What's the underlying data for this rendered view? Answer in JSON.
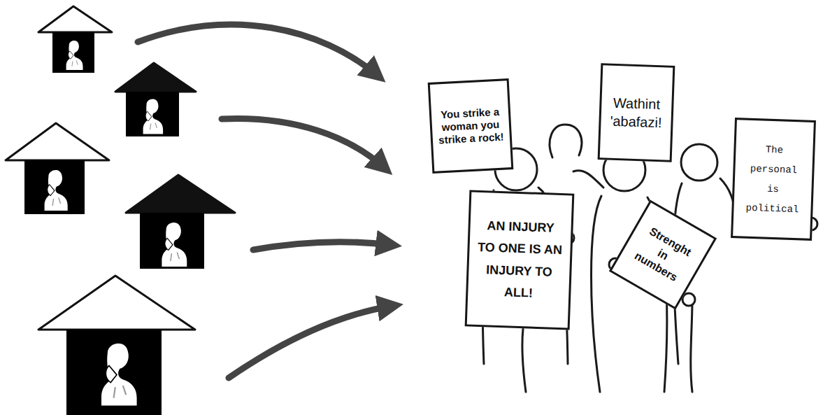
{
  "diagram": {
    "nodes": [
      {
        "text": [
          "You strike a woman you strike a rock!"
        ]
      },
      {
        "text": [
          "Wathint 'abafazi!"
        ]
      },
      {
        "text": [
          "The personal is political"
        ]
      },
      {
        "text": [
          "AN INJURY TO ONE IS AN INJURY TO ALL!"
        ]
      },
      {
        "text": [
          "Strenght in numbers"
        ]
      }
    ]
  }
}
